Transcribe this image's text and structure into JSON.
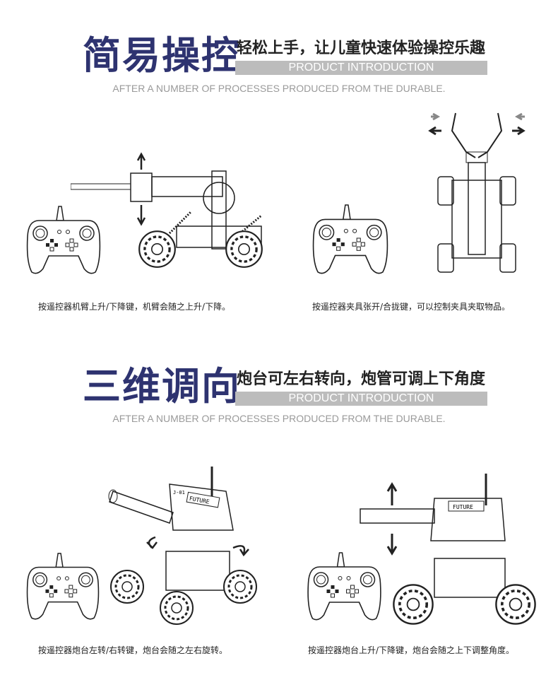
{
  "sections": [
    {
      "title": "简易操控",
      "subtitle": "轻松上手，让儿童快速体验操控乐趣",
      "bar": "PRODUCT INTRODUCTION",
      "english": "AFTER A NUMBER OF PROCESSES PRODUCED FROM THE DURABLE.",
      "captions": [
        "按遥控器机臂上升/下降键，机臂会随之上升/下降。",
        "按遥控器夹具张开/合拢键，可以控制夹具夹取物品。"
      ]
    },
    {
      "title": "三维调向",
      "subtitle": "炮台可左右转向，炮管可调上下角度",
      "bar": "PRODUCT INTRODUCTION",
      "english": "AFTER A NUMBER OF PROCESSES PRODUCED FROM THE DURABLE.",
      "captions": [
        "按遥控器炮台左转/右转键，炮台会随之左右旋转。",
        "按遥控器炮台上升/下降键，炮台会随之上下调整角度。"
      ],
      "labels": [
        "FUTURE",
        "J-01"
      ]
    }
  ],
  "colors": {
    "title": "#2e3370",
    "bar": "#bcbcbc",
    "english": "#9a9a9a"
  }
}
